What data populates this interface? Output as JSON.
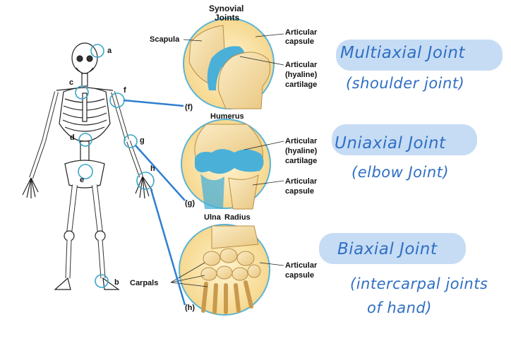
{
  "title": {
    "line1": "Synovial",
    "line2": "Joints"
  },
  "skeleton_letters": [
    "a",
    "c",
    "f",
    "g",
    "d",
    "h",
    "e",
    "b"
  ],
  "shoulder_panel": {
    "left_label": "Scapula",
    "right_labels": [
      "Articular",
      "capsule",
      "Articular",
      "(hyaline)",
      "cartilage"
    ],
    "figure_letter": "(f)",
    "bottom_label": "Humerus"
  },
  "elbow_panel": {
    "right_labels": [
      "Articular",
      "(hyaline)",
      "cartilage",
      "Articular",
      "capsule"
    ],
    "figure_letter": "(g)",
    "bottom_label_left": "Ulna",
    "bottom_label_right": "Radius"
  },
  "wrist_panel": {
    "left_label": "Carpals",
    "right_labels": [
      "Articular",
      "capsule"
    ],
    "figure_letter": "(h)"
  },
  "notes": [
    {
      "main": "Multiaxial Joint",
      "sub": [
        "(shoulder joint)"
      ]
    },
    {
      "main": "Uniaxial Joint",
      "sub": [
        "(elbow Joint)"
      ]
    },
    {
      "main": "Biaxial Joint",
      "sub": [
        "(intercarpal joints",
        "of hand)"
      ]
    }
  ],
  "colors": {
    "bone": "#f4deaa",
    "bone_shadow": "#d9b772",
    "cartilage": "#4ab0d8",
    "capsule_bg": "#fbe7b7",
    "highlight_circle": "#3aa6c9",
    "connector": "#2f7fd0",
    "note_bg": "#c6dcf4",
    "note_text": "#2f6fc4"
  }
}
